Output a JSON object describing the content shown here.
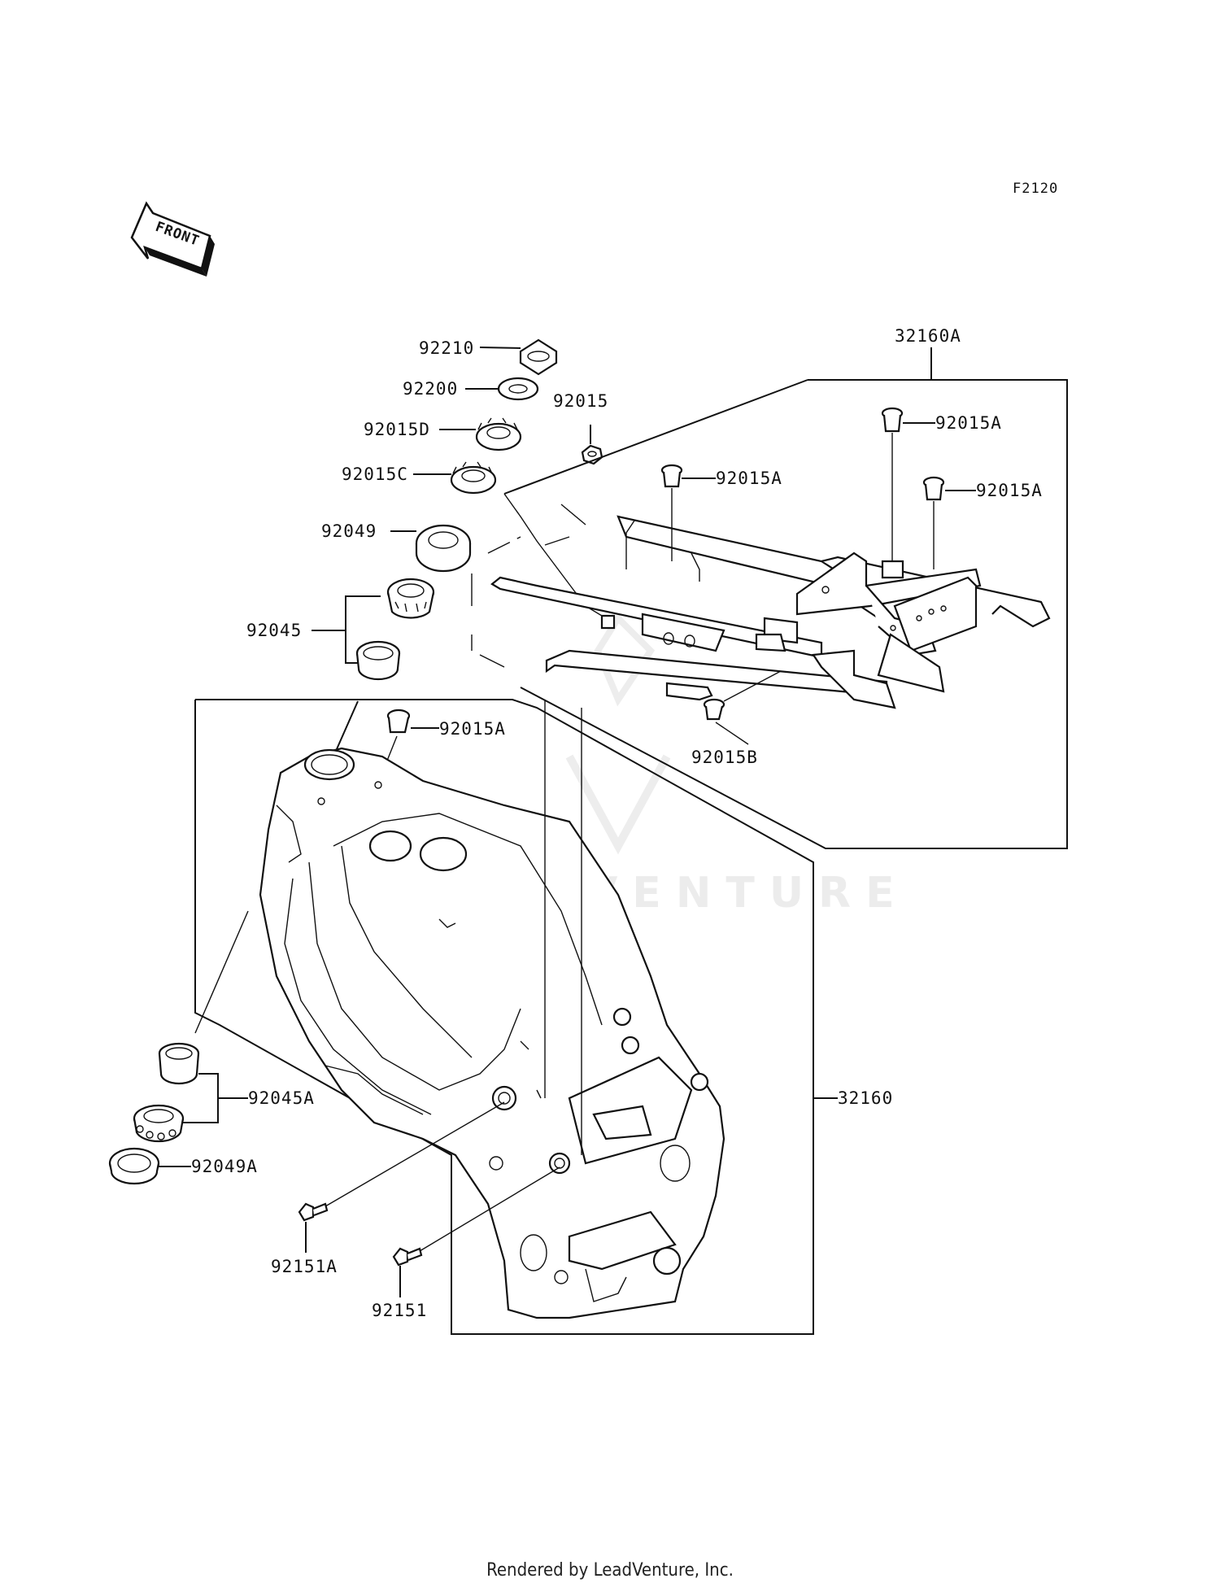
{
  "diagram": {
    "figure_code": "F2120",
    "front_label": "FRONT",
    "watermark": "LEADVENTURE",
    "footer": "Rendered by LeadVenture, Inc.",
    "labels": {
      "p92210": "92210",
      "p92200": "92200",
      "p92015": "92015",
      "p92015D": "92015D",
      "p92015C": "92015C",
      "p92049": "92049",
      "p92045": "92045",
      "p92015A_1": "92015A",
      "p92015A_2": "92015A",
      "p92015A_3": "92015A",
      "p92015A_4": "92015A",
      "p92015B": "92015B",
      "p32160A": "32160A",
      "p32160": "32160",
      "p92045A": "92045A",
      "p92049A": "92049A",
      "p92151A": "92151A",
      "p92151": "92151"
    }
  }
}
